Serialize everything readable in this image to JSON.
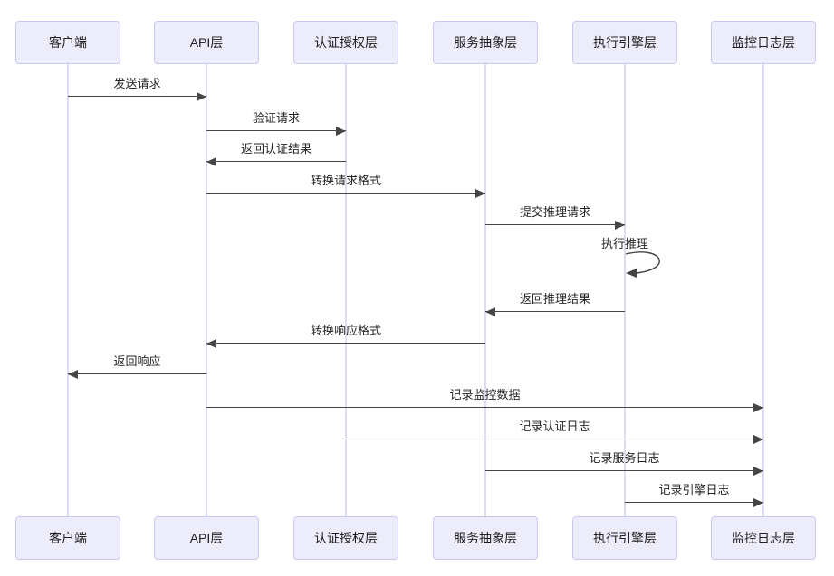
{
  "diagram": {
    "type": "sequence",
    "participants": [
      {
        "id": "client",
        "label": "客户端"
      },
      {
        "id": "api",
        "label": "API层"
      },
      {
        "id": "auth",
        "label": "认证授权层"
      },
      {
        "id": "service",
        "label": "服务抽象层"
      },
      {
        "id": "engine",
        "label": "执行引擎层"
      },
      {
        "id": "monitor",
        "label": "监控日志层"
      }
    ],
    "messages": [
      {
        "label": "发送请求",
        "from": "client",
        "to": "api",
        "kind": "solid"
      },
      {
        "label": "验证请求",
        "from": "api",
        "to": "auth",
        "kind": "solid"
      },
      {
        "label": "返回认证结果",
        "from": "auth",
        "to": "api",
        "kind": "solid"
      },
      {
        "label": "转换请求格式",
        "from": "api",
        "to": "service",
        "kind": "solid"
      },
      {
        "label": "提交推理请求",
        "from": "service",
        "to": "engine",
        "kind": "solid"
      },
      {
        "label": "执行推理",
        "from": "engine",
        "to": "engine",
        "kind": "self"
      },
      {
        "label": "返回推理结果",
        "from": "engine",
        "to": "service",
        "kind": "solid"
      },
      {
        "label": "转换响应格式",
        "from": "service",
        "to": "api",
        "kind": "solid"
      },
      {
        "label": "返回响应",
        "from": "api",
        "to": "client",
        "kind": "solid"
      },
      {
        "label": "记录监控数据",
        "from": "api",
        "to": "monitor",
        "kind": "solid"
      },
      {
        "label": "记录认证日志",
        "from": "auth",
        "to": "monitor",
        "kind": "solid"
      },
      {
        "label": "记录服务日志",
        "from": "service",
        "to": "monitor",
        "kind": "solid"
      },
      {
        "label": "记录引擎日志",
        "from": "engine",
        "to": "monitor",
        "kind": "solid"
      }
    ],
    "colors": {
      "actor_fill": "#ECECFB",
      "actor_border": "#C9C9F0",
      "actor_text": "#1f1f1f",
      "lifeline": "#DCDCF5",
      "arrow": "#454545",
      "label_text": "#262626",
      "background": "#FFFFFF"
    }
  }
}
